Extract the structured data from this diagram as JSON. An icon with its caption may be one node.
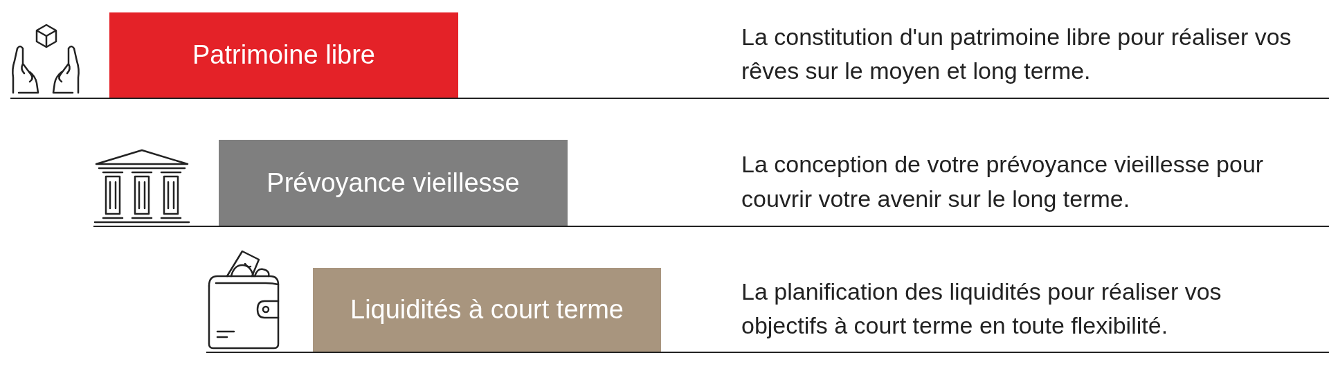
{
  "diagram": {
    "nodes": [
      {
        "text": [
          "Patrimoine libre"
        ]
      },
      {
        "text": [
          "Prévoyance vieillesse"
        ]
      },
      {
        "text": [
          "Liquidités à court terme"
        ]
      }
    ],
    "labels": [
      "La constitution d'un patrimoine libre pour réaliser vos rêves sur le moyen et long terme.",
      "La conception de votre prévoyance vieillesse pour couvrir votre avenir sur le long terme.",
      "La planification des liquidités pour réaliser vos objectifs à court terme en toute flexibilité."
    ]
  }
}
